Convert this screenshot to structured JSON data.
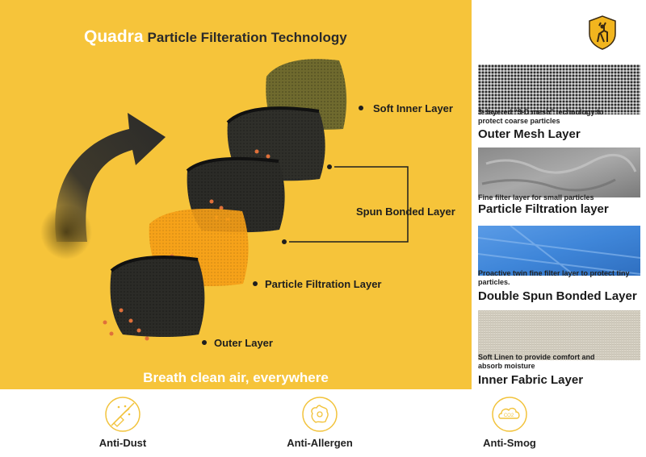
{
  "header": {
    "brand": "Quadra",
    "title": "Particle Filteration Technology"
  },
  "layers": {
    "soft_inner": "Soft Inner Layer",
    "spun_bonded": "Spun Bonded Layer",
    "particle_filtration": "Particle Filtration Layer",
    "outer": "Outer Layer"
  },
  "tagline": "Breath clean air, everywhere",
  "side": [
    {
      "caption": "3- layered “3-D mesh” technology to protect coarse particles",
      "title": "Outer Mesh Layer",
      "swatch": "mesh"
    },
    {
      "caption": "Fine filter layer for small particles",
      "title": "Particle Filtration layer",
      "swatch": "filter"
    },
    {
      "caption": "Proactive twin fine filter layer to protect tiny particles.",
      "title": "Double Spun Bonded Layer",
      "swatch": "spun"
    },
    {
      "caption": "Soft Linen to provide comfort and absorb moisture",
      "title": "Inner Fabric Layer",
      "swatch": "linen"
    }
  ],
  "features": [
    {
      "label": "Anti-Dust",
      "icon": "dust-broom-icon"
    },
    {
      "label": "Anti-Allergen",
      "icon": "allergen-icon"
    },
    {
      "label": "Anti-Smog",
      "icon": "smog-cloud-icon",
      "icon_text": "CO2"
    }
  ],
  "colors": {
    "background": "#f6c43a",
    "mask_dark": "#2b2b27",
    "mask_olive": "#6f6a2e",
    "mask_orange": "#f59e17",
    "particle": "#e0703a",
    "swatch_blue": "#3f86d9",
    "icon_stroke": "#f2c33c"
  }
}
